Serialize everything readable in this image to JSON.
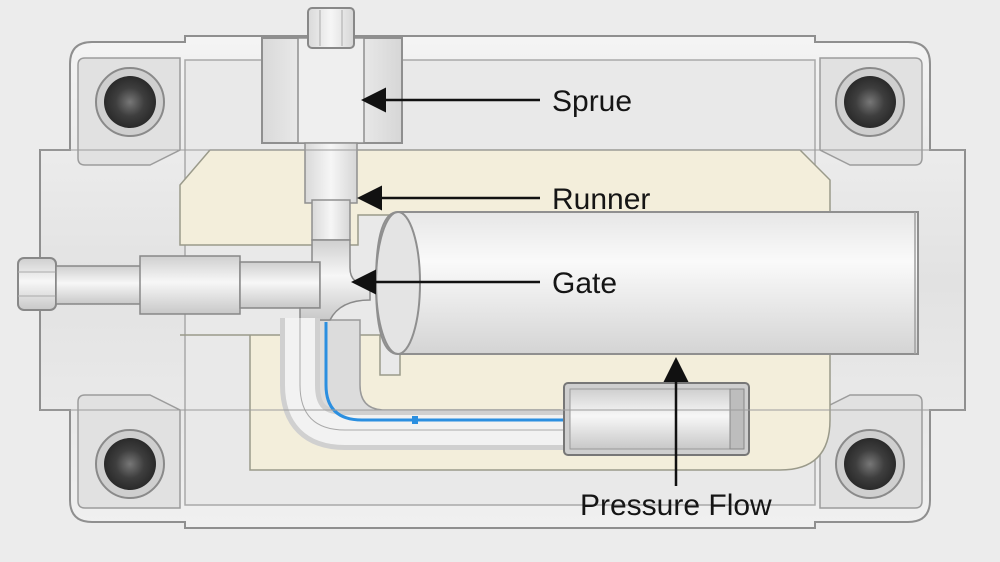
{
  "labels": {
    "sprue": "Sprue",
    "runner": "Runner",
    "gate": "Gate",
    "pressure_flow": "Pressure Flow"
  },
  "colors": {
    "background": "#ececec",
    "metal": "#e4e4e4",
    "metal_edge": "#8f8f8f",
    "cavity_insert": "#f3eedb",
    "flow_line": "#2b8fe0",
    "hole_dark": "#3a3a3a",
    "arrow": "#111111"
  },
  "icons": {
    "arrow": "arrow-left / arrow-up"
  }
}
